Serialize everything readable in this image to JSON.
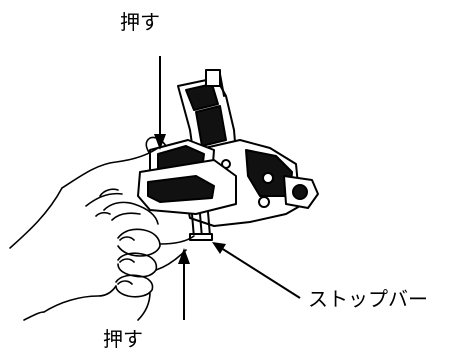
{
  "labels": {
    "push_top": "押す",
    "push_bottom": "押す",
    "stop_bar": "ストップバー"
  },
  "colors": {
    "ink": "#000000",
    "paper": "#ffffff"
  }
}
